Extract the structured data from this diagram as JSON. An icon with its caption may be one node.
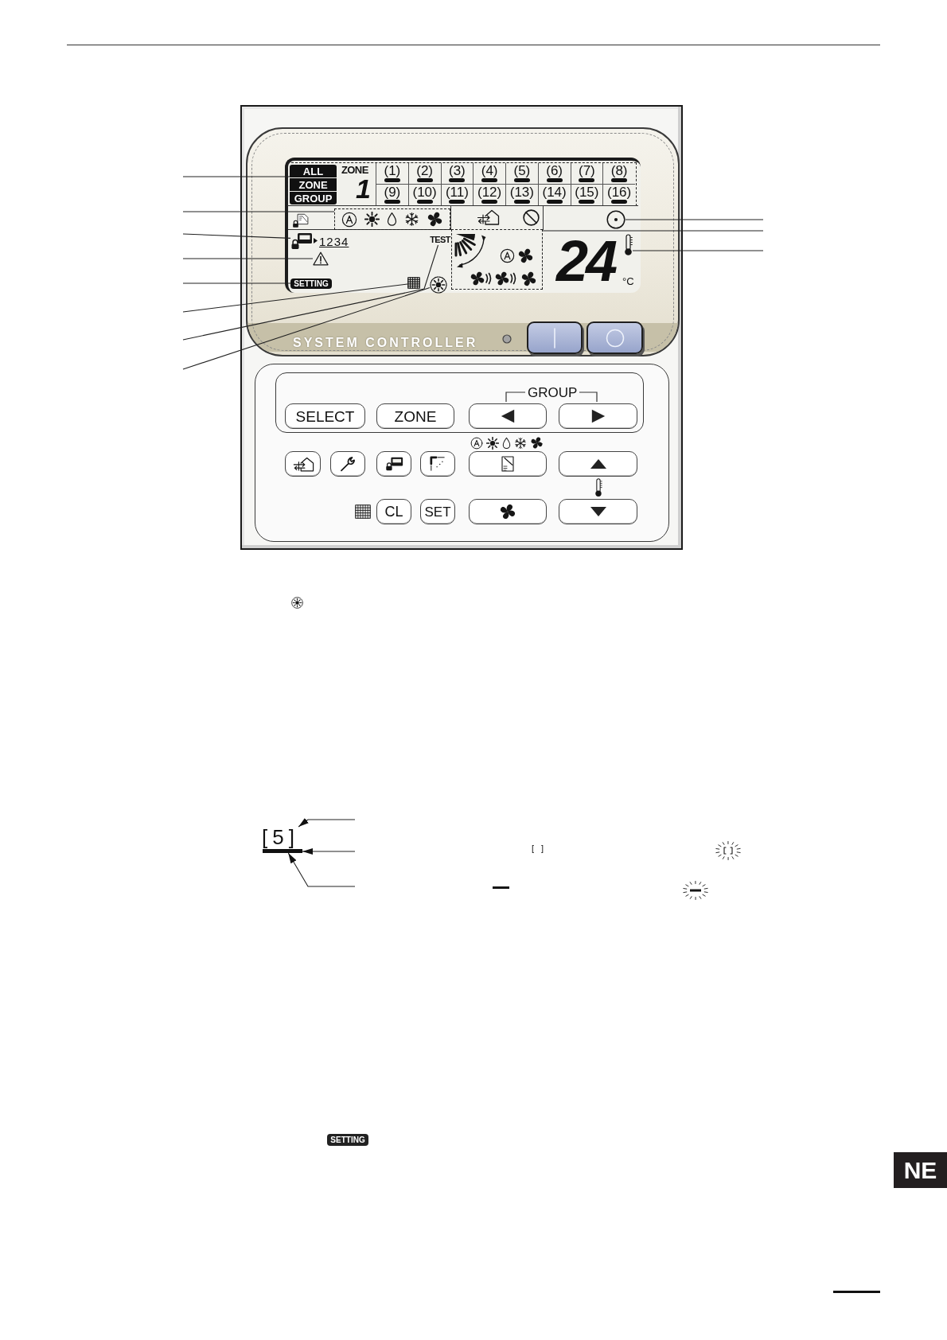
{
  "diagram": {
    "nodes": [
      {
        "text": [
          "ALL",
          "ZONE",
          "GROUP"
        ]
      },
      {
        "text": [],
        "shape": "box"
      },
      {
        "text": [],
        "shape": "picture"
      },
      {
        "text": [],
        "shape": "picture"
      },
      {
        "text": [
          "SETTING"
        ]
      },
      {
        "text": [],
        "shape": "grid"
      },
      {
        "text": [
          "TEST"
        ]
      },
      {
        "text": [],
        "shape": "picture"
      },
      {
        "text": [],
        "shape": "circle"
      },
      {
        "text": [],
        "shape": "box"
      },
      {
        "text": [],
        "shape": "picture"
      },
      {
        "text": [
          "[5]"
        ]
      },
      {
        "text": [],
        "shape": "bar"
      }
    ],
    "edges": [
      {
        "from": null,
        "to": 0,
        "arrow": "none"
      },
      {
        "from": null,
        "to": 1,
        "arrow": "none"
      },
      {
        "from": null,
        "to": 2,
        "arrow": "none"
      },
      {
        "from": null,
        "to": 3,
        "arrow": "none"
      },
      {
        "from": null,
        "to": 4,
        "arrow": "none"
      },
      {
        "from": null,
        "to": 5,
        "arrow": "none"
      },
      {
        "from": null,
        "to": 6,
        "arrow": "none"
      },
      {
        "from": null,
        "to": 7,
        "arrow": "none"
      },
      {
        "from": null,
        "to": 8,
        "arrow": "none"
      },
      {
        "from": null,
        "to": 9,
        "arrow": "none"
      },
      {
        "from": null,
        "to": 10,
        "arrow": "none"
      },
      {
        "from": null,
        "to": 11,
        "arrow": "to"
      },
      {
        "from": null,
        "to": 12,
        "arrow": "to"
      },
      {
        "from": null,
        "to": 12,
        "arrow": "to"
      }
    ],
    "labels": [
      "ZONE",
      "1",
      "(1)",
      "(2)",
      "(3)",
      "(4)",
      "(5)",
      "(6)",
      "(7)",
      "(8)",
      "(9)",
      "(10)",
      "(11)",
      "(12)",
      "(13)",
      "(14)",
      "(15)",
      "(16)",
      "1234",
      "24",
      "°C",
      "SYSTEM CONTROLLER",
      "GROUP",
      "SELECT",
      "ZONE",
      "CL",
      "SET",
      "[ ]",
      "SETTING",
      "NE"
    ]
  }
}
